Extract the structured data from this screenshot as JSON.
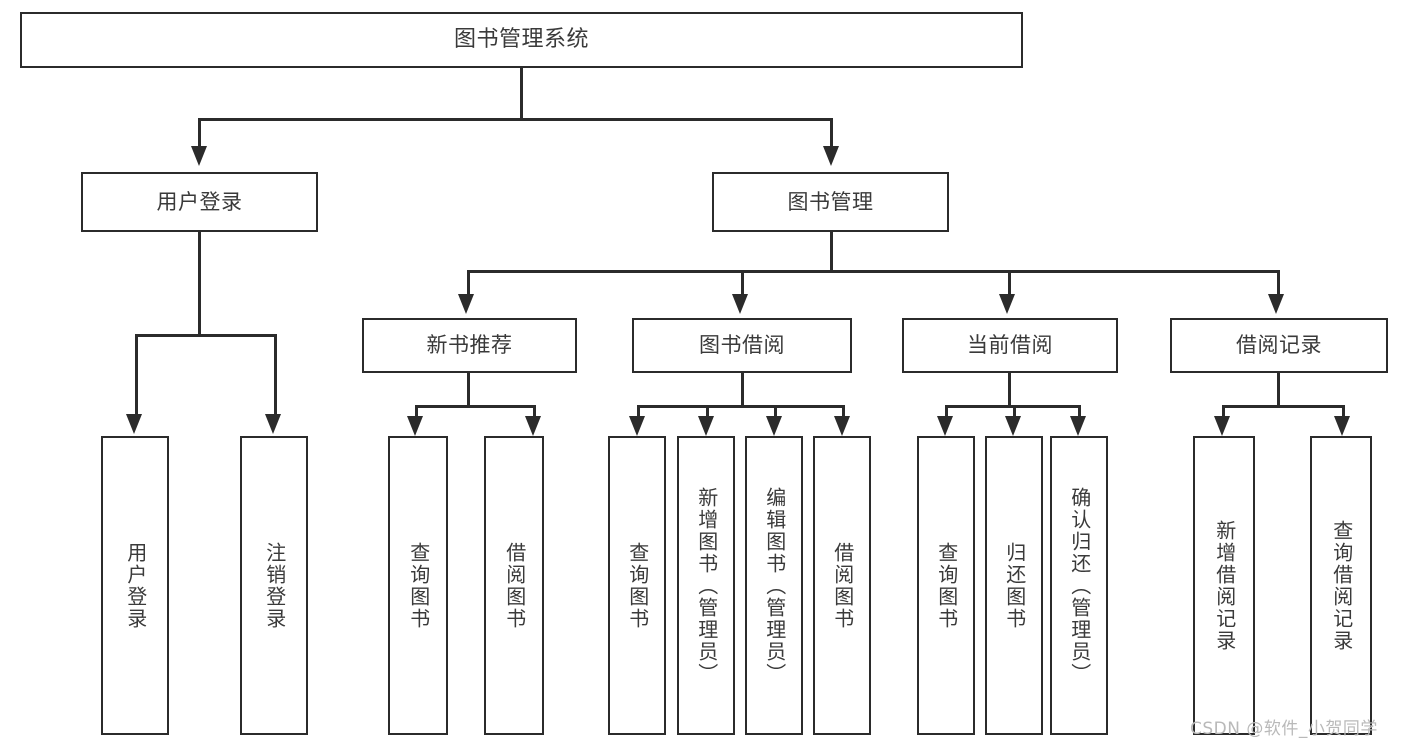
{
  "diagram": {
    "title": "图书管理系统",
    "type": "tree-hierarchy-chart",
    "colors": {
      "stroke": "#2b2b2b",
      "fill": "#ffffff",
      "text": "#3a3a3a",
      "watermark": "#b9b9b9"
    },
    "root": {
      "label": "图书管理系统"
    },
    "level1": [
      {
        "label": "用户登录"
      },
      {
        "label": "图书管理"
      }
    ],
    "level2": [
      {
        "label": "新书推荐"
      },
      {
        "label": "图书借阅"
      },
      {
        "label": "当前借阅"
      },
      {
        "label": "借阅记录"
      }
    ],
    "leaves": {
      "user_login": [
        {
          "label": "用户登录"
        },
        {
          "label": "注销登录"
        }
      ],
      "new_book_recommend": [
        {
          "label": "查询图书"
        },
        {
          "label": "借阅图书"
        }
      ],
      "book_borrow": [
        {
          "label": "查询图书"
        },
        {
          "label": "新增图书（管理员）"
        },
        {
          "label": "编辑图书（管理员）"
        },
        {
          "label": "借阅图书"
        }
      ],
      "current_borrow": [
        {
          "label": "查询图书"
        },
        {
          "label": "归还图书"
        },
        {
          "label": "确认归还（管理员）"
        }
      ],
      "borrow_record": [
        {
          "label": "新增借阅记录"
        },
        {
          "label": "查询借阅记录"
        }
      ]
    }
  },
  "watermark": {
    "text": "CSDN @软件_小贺同学"
  }
}
